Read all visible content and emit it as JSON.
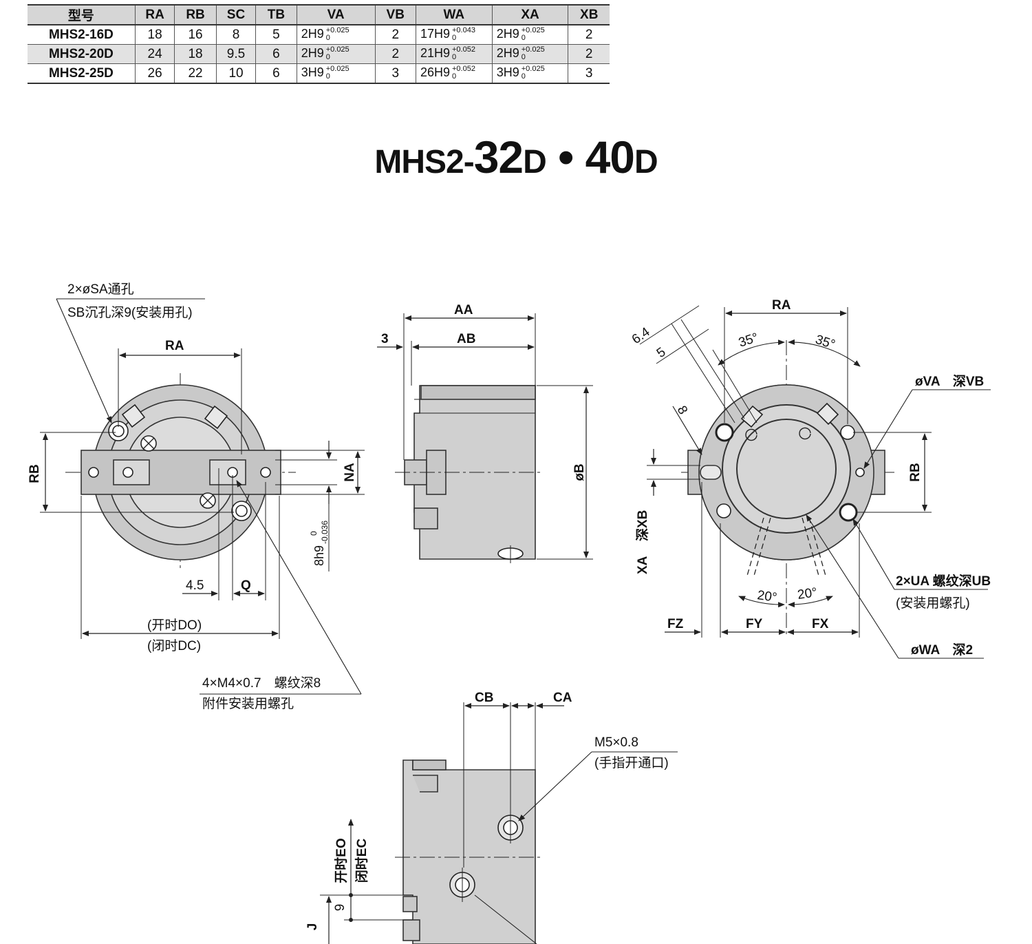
{
  "table": {
    "headers": [
      "型号",
      "RA",
      "RB",
      "SC",
      "TB",
      "VA",
      "VB",
      "WA",
      "XA",
      "XB"
    ],
    "rows": [
      {
        "model": "MHS2-16D",
        "RA": "18",
        "RB": "16",
        "SC": "8",
        "TB": "5",
        "VA": "2H9",
        "VA_tol": [
          "+0.025",
          "0"
        ],
        "VB": "2",
        "WA": "17H9",
        "WA_tol": [
          "+0.043",
          "0"
        ],
        "XA": "2H9",
        "XA_tol": [
          "+0.025",
          "0"
        ],
        "XB": "2"
      },
      {
        "model": "MHS2-20D",
        "RA": "24",
        "RB": "18",
        "SC": "9.5",
        "TB": "6",
        "VA": "2H9",
        "VA_tol": [
          "+0.025",
          "0"
        ],
        "VB": "2",
        "WA": "21H9",
        "WA_tol": [
          "+0.052",
          "0"
        ],
        "XA": "2H9",
        "XA_tol": [
          "+0.025",
          "0"
        ],
        "XB": "2"
      },
      {
        "model": "MHS2-25D",
        "RA": "26",
        "RB": "22",
        "SC": "10",
        "TB": "6",
        "VA": "3H9",
        "VA_tol": [
          "+0.025",
          "0"
        ],
        "VB": "3",
        "WA": "26H9",
        "WA_tol": [
          "+0.052",
          "0"
        ],
        "XA": "3H9",
        "XA_tol": [
          "+0.025",
          "0"
        ],
        "XB": "3"
      }
    ]
  },
  "title": {
    "prefix": "MHS2-",
    "n1": "32",
    "s1": "D",
    "sep": " • ",
    "n2": "40",
    "s2": "D"
  },
  "views": {
    "front": {
      "sa_note": "2×øSA通孔",
      "sb_note": "SB沉孔深9(安装用孔)",
      "ra": "RA",
      "rb": "RB",
      "na": "NA",
      "h9": "8h9",
      "h9_tol_top": "0",
      "h9_tol_bot": "-0.036",
      "d45": "4.5",
      "q": "Q",
      "do": "(开时DO)",
      "dc": "(闭时DC)",
      "m4": "4×M4×0.7　螺纹深8",
      "m4b": "附件安装用螺孔"
    },
    "side": {
      "aa": "AA",
      "ab": "AB",
      "three": "3",
      "b": "øB"
    },
    "back": {
      "ra": "RA",
      "a1": "35°",
      "a2": "35°",
      "d64": "6.4",
      "d5": "5",
      "d8": "8",
      "va": "øVA　深VB",
      "rb": "RB",
      "ua": "2×UA 螺纹深UB",
      "ua2": "(安装用螺孔)",
      "wa": "øWA　深2",
      "xa": "XA",
      "xb": "深XB",
      "fz": "FZ",
      "fy": "FY",
      "fx": "FX",
      "a20a": "20°",
      "a20b": "20°"
    },
    "bottom": {
      "cb": "CB",
      "ca": "CA",
      "m5": "M5×0.8",
      "m5b": "(手指开通口)",
      "eo": "开时EO",
      "ec": "闭时EC",
      "nine": "9",
      "j": "J"
    }
  }
}
